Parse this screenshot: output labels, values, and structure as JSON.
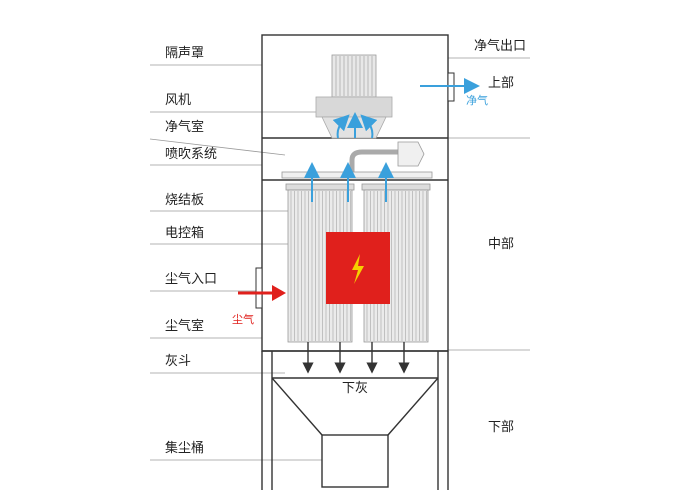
{
  "diagram": {
    "left_labels": [
      {
        "id": "soundproof_cover",
        "text": "隔声罩"
      },
      {
        "id": "fan",
        "text": "风机"
      },
      {
        "id": "clean_air_chamber",
        "text": "净气室"
      },
      {
        "id": "blowing_system",
        "text": "喷吹系统"
      },
      {
        "id": "sintered_plate",
        "text": "烧结板"
      },
      {
        "id": "control_box",
        "text": "电控箱"
      },
      {
        "id": "dust_air_inlet",
        "text": "尘气入口"
      },
      {
        "id": "dust_air_chamber",
        "text": "尘气室"
      },
      {
        "id": "ash_hopper",
        "text": "灰斗"
      },
      {
        "id": "dust_bucket",
        "text": "集尘桶"
      }
    ],
    "right_labels": {
      "clean_air_outlet": "净气出口",
      "upper": "上部",
      "middle": "中部",
      "lower": "下部"
    },
    "flow_labels": {
      "clean_air": "净气",
      "dust_air": "尘气",
      "ash_down": "下灰"
    },
    "colors": {
      "clean_air": "#3aa0dc",
      "dust_air": "#e0201c",
      "control_box": "#e0201c",
      "bolt": "#f5d000",
      "outline": "#333333",
      "leader": "#9a9a9a"
    },
    "control_box_icon": "lightning-bolt-icon"
  }
}
